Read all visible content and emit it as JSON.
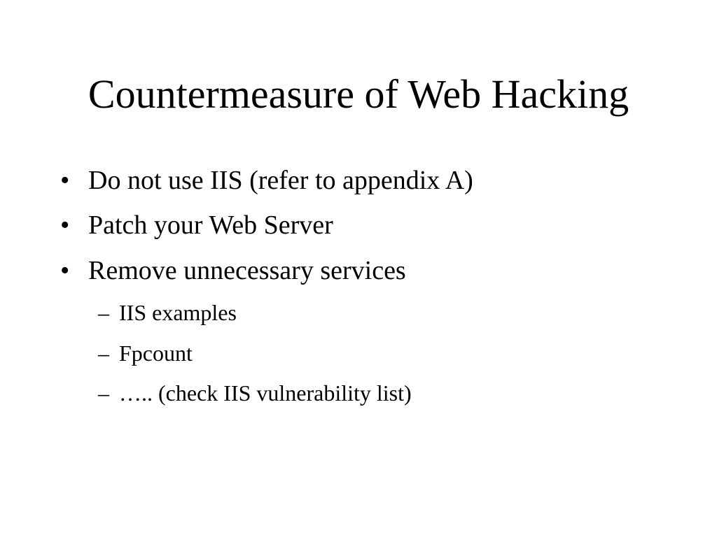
{
  "slide": {
    "title": "Countermeasure of Web Hacking",
    "bullets": [
      {
        "marker": "•",
        "text": "Do not use IIS (refer to appendix A)"
      },
      {
        "marker": "•",
        "text": "Patch your Web Server"
      },
      {
        "marker": "•",
        "text": "Remove unnecessary services"
      }
    ],
    "sub_bullets": [
      {
        "marker": "–",
        "text": "IIS examples"
      },
      {
        "marker": "–",
        "text": "Fpcount"
      },
      {
        "marker": "–",
        "text": "….. (check IIS vulnerability list)"
      }
    ]
  }
}
